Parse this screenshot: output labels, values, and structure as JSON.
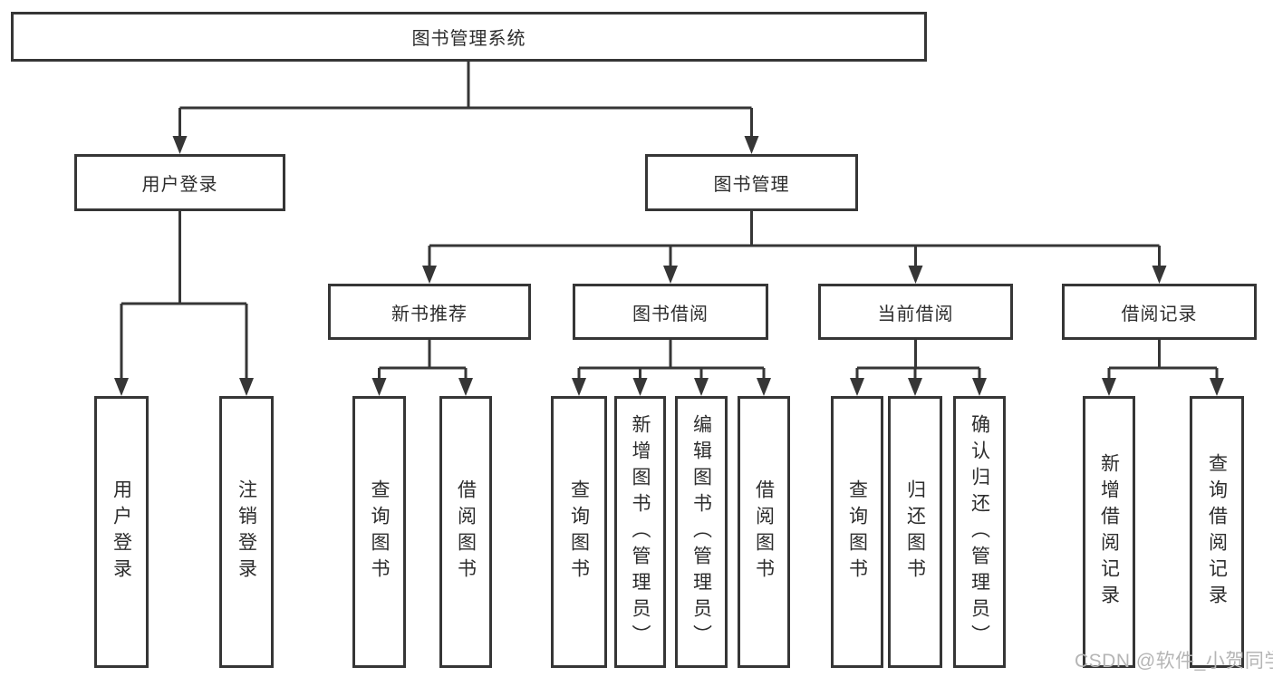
{
  "tree": {
    "root": {
      "label": "图书管理系统",
      "children": [
        {
          "label": "用户登录",
          "children": [
            {
              "label": "用户登录"
            },
            {
              "label": "注销登录"
            }
          ]
        },
        {
          "label": "图书管理",
          "children": [
            {
              "label": "新书推荐",
              "children": [
                {
                  "label": "查询图书"
                },
                {
                  "label": "借阅图书"
                }
              ]
            },
            {
              "label": "图书借阅",
              "children": [
                {
                  "label": "查询图书"
                },
                {
                  "label": "新增图书（管理员）"
                },
                {
                  "label": "编辑图书（管理员）"
                },
                {
                  "label": "借阅图书"
                }
              ]
            },
            {
              "label": "当前借阅",
              "children": [
                {
                  "label": "查询图书"
                },
                {
                  "label": "归还图书"
                },
                {
                  "label": "确认归还（管理员）"
                }
              ]
            },
            {
              "label": "借阅记录",
              "children": [
                {
                  "label": "新增借阅记录"
                },
                {
                  "label": "查询借阅记录"
                }
              ]
            }
          ]
        }
      ]
    }
  },
  "watermark": {
    "text": "CSDN @软件_小贺同学",
    "color": "#b5b5b5"
  },
  "colors": {
    "line": "#363636",
    "box_border": "#363636",
    "text": "#2d2d2d",
    "background": "#ffffff"
  }
}
